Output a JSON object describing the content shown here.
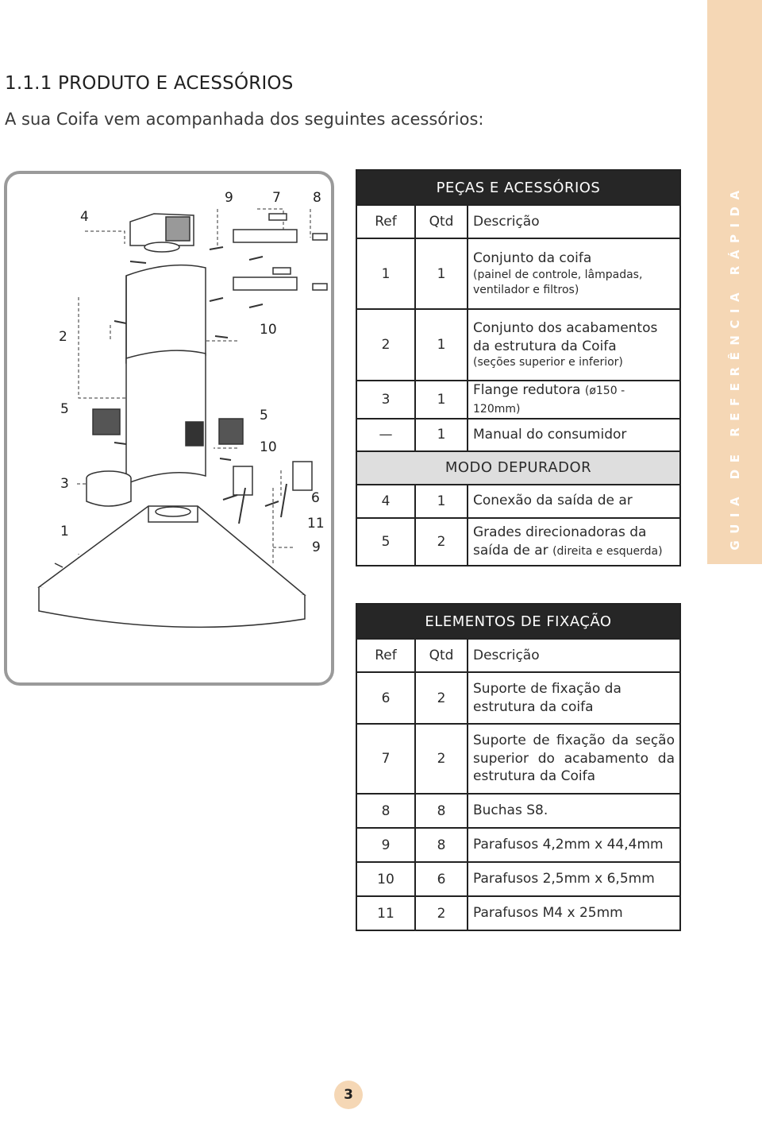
{
  "sidebar": {
    "text": "GUIA DE REFERÊNCIA RÁPIDA"
  },
  "heading": "1.1.1 PRODUTO E ACESSÓRIOS",
  "subheading": "A sua Coifa vem acompanhada dos seguintes acessórios:",
  "figure": {
    "callouts": {
      "c4": "4",
      "c9top": "9",
      "c7": "7",
      "c8": "8",
      "c2": "2",
      "c10a": "10",
      "c5left": "5",
      "c5right": "5",
      "c10b": "10",
      "c3": "3",
      "c6": "6",
      "c1": "1",
      "c11": "11",
      "c9bottom": "9"
    }
  },
  "parts_table": {
    "title": "PEÇAS E ACESSÓRIOS",
    "headers": {
      "ref": "Ref",
      "qty": "Qtd",
      "desc": "Descrição"
    },
    "rows": [
      {
        "ref": "1",
        "qty": "1",
        "desc": "Conjunto da coifa",
        "note": "(painel de controle, lâmpadas, ventilador e filtros)"
      },
      {
        "ref": "2",
        "qty": "1",
        "desc": "Conjunto dos acabamentos da estrutura da Coifa",
        "note": "(seções superior e inferior)"
      },
      {
        "ref": "3",
        "qty": "1",
        "desc": "Flange redutora",
        "note": "(ø150 - 120mm)"
      },
      {
        "ref": "—",
        "qty": "1",
        "desc": "Manual do consumidor"
      }
    ],
    "subtitle": "MODO DEPURADOR",
    "rows2": [
      {
        "ref": "4",
        "qty": "1",
        "desc": "Conexão da saída de ar"
      },
      {
        "ref": "5",
        "qty": "2",
        "desc": "Grades direcionadoras da saída de ar",
        "note": "(direita e esquerda)"
      }
    ]
  },
  "fix_table": {
    "title": "ELEMENTOS DE FIXAÇÃO",
    "headers": {
      "ref": "Ref",
      "qty": "Qtd",
      "desc": "Descrição"
    },
    "rows": [
      {
        "ref": "6",
        "qty": "2",
        "desc": "Suporte de fixação da estrutura da coifa"
      },
      {
        "ref": "7",
        "qty": "2",
        "desc": "Suporte de fixação da seção superior do acabamento da estrutura da Coifa"
      },
      {
        "ref": "8",
        "qty": "8",
        "desc": "Buchas S8."
      },
      {
        "ref": "9",
        "qty": "8",
        "desc": "Parafusos 4,2mm x 44,4mm"
      },
      {
        "ref": "10",
        "qty": "6",
        "desc": "Parafusos 2,5mm x 6,5mm"
      },
      {
        "ref": "11",
        "qty": "2",
        "desc": "Parafusos M4 x 25mm"
      }
    ]
  },
  "page_number": "3",
  "colors": {
    "accent": "#f5d7b5",
    "table_header": "#262626",
    "table_subheader": "#dedede"
  }
}
